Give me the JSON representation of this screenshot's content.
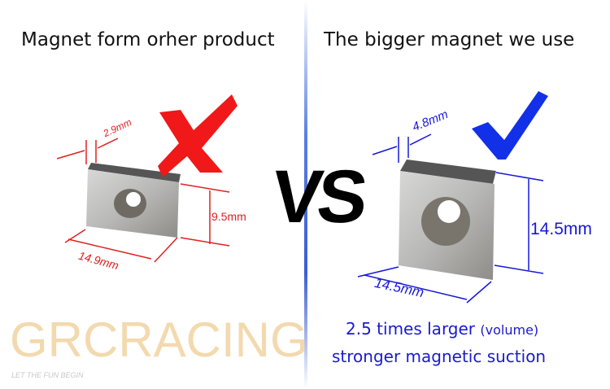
{
  "left": {
    "title": "Magnet form orher product",
    "thickness": "2.9mm",
    "height": "9.5mm",
    "width": "14.9mm",
    "mark": "cross-icon",
    "color": "#e02020"
  },
  "right": {
    "title": "The bigger magnet we use",
    "thickness": "4.8mm",
    "height": "14.5mm",
    "width": "14.5mm",
    "mark": "check-icon",
    "color": "#1818d8",
    "caption_line1": "2.5 times larger",
    "caption_line1_note": "(volume)",
    "caption_line2": "stronger magnetic suction"
  },
  "vs_label": "VS",
  "watermark": "GRCRACING",
  "watermark_tagline": "LET THE FUN BEGIN"
}
